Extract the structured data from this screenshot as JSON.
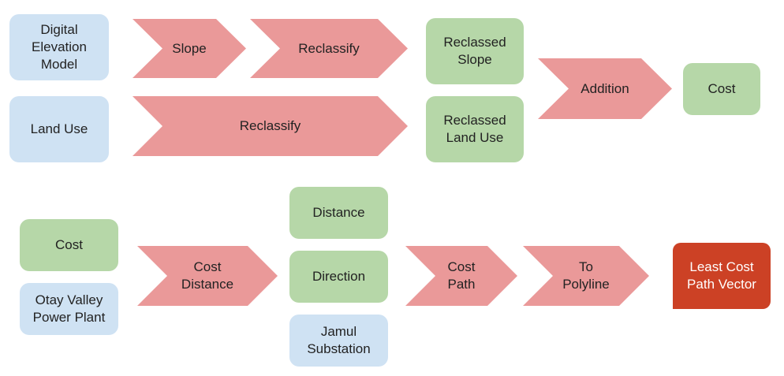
{
  "colors": {
    "input": "#cfe2f3",
    "output": "#b6d7a8",
    "process": "#ea9999",
    "final": "#cc4125"
  },
  "row1": {
    "dem": "Digital\nElevation\nModel",
    "slope": "Slope",
    "reclassify_slope": "Reclassify",
    "reclassed_slope": "Reclassed\nSlope",
    "land_use": "Land Use",
    "reclassify_land_use": "Reclassify",
    "reclassed_land_use": "Reclassed\nLand Use",
    "addition": "Addition",
    "cost": "Cost"
  },
  "row2": {
    "cost": "Cost",
    "otay_valley": "Otay Valley\nPower Plant",
    "cost_distance": "Cost\nDistance",
    "distance": "Distance",
    "direction": "Direction",
    "jamul_substation": "Jamul\nSubstation",
    "cost_path": "Cost\nPath",
    "to_polyline": "To\nPolyline",
    "least_cost_path_vector": "Least Cost\nPath Vector"
  }
}
